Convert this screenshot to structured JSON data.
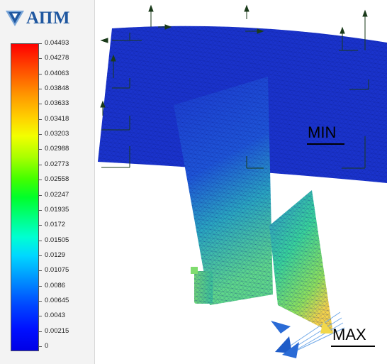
{
  "logo": {
    "text": "АПМ",
    "icon": "apm-logo-icon"
  },
  "legend": {
    "scale_type": "continuous color scale",
    "colors": {
      "max": "#ff0000",
      "mid": "#00ff2a",
      "min": "#0000e6"
    },
    "labels": [
      "0.04493",
      "0.04278",
      "0.04063",
      "0.03848",
      "0.03633",
      "0.03418",
      "0.03203",
      "0.02988",
      "0.02773",
      "0.02558",
      "0.02247",
      "0.01935",
      "0.0172",
      "0.01505",
      "0.0129",
      "0.01075",
      "0.0086",
      "0.00645",
      "0.0043",
      "0.00215",
      "0"
    ]
  },
  "annotations": {
    "min_label": "MIN",
    "max_label": "MAX"
  },
  "model": {
    "colors": {
      "beam": "#1a33cc",
      "plate_top": "#1c3ad0",
      "plate_bottom": "#36c7a0",
      "max_tip": "#f2d84a",
      "mesh": "#0a1a80",
      "load_arrow": "#2a6bd6"
    }
  }
}
